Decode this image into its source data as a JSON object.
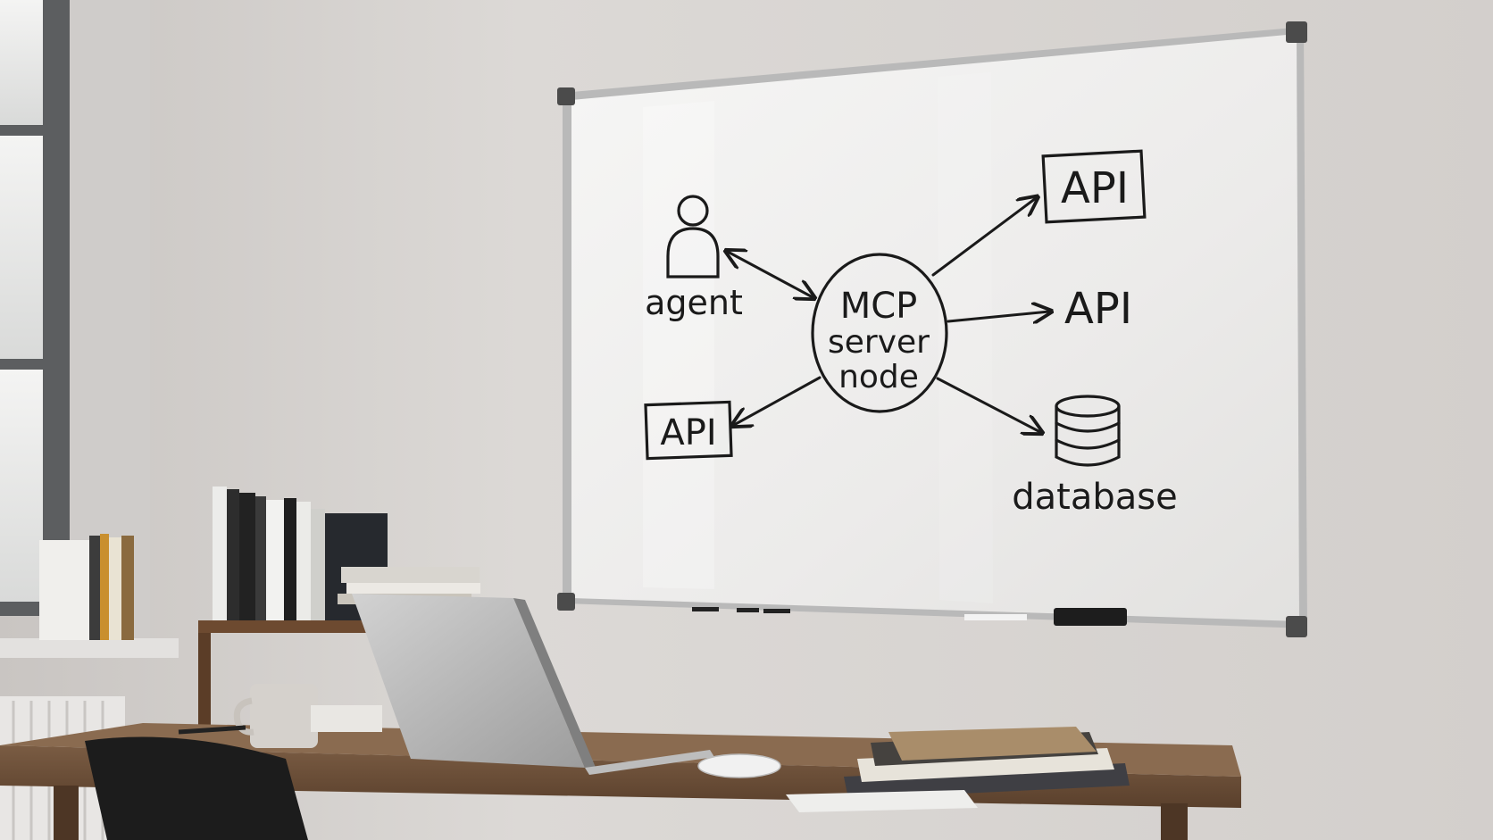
{
  "whiteboard": {
    "center_node": {
      "lines": [
        "MCP",
        "server",
        "node"
      ]
    },
    "agent_label": "agent",
    "api_top_right": "API",
    "api_middle_right": "API",
    "api_left": "API",
    "database_label": "database"
  },
  "icons": {
    "agent": "person-icon",
    "database": "database-cylinder-icon"
  },
  "colors": {
    "wall": "#d9d6d3",
    "board": "#f1f1f0",
    "marker": "#1a1a1a",
    "desk": "#6b4f38"
  }
}
